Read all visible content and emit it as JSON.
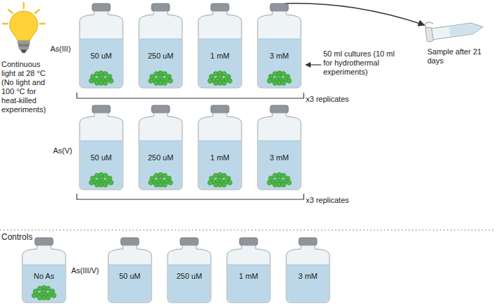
{
  "diagram": {
    "nodes": [
      {
        "text": [
          "50 uM"
        ]
      },
      {
        "text": [
          "250 uM"
        ]
      },
      {
        "text": [
          "1 mM"
        ]
      },
      {
        "text": [
          "3 mM"
        ]
      },
      {
        "text": [
          "Sample after 21 days"
        ]
      },
      {
        "text": [
          "50 uM"
        ]
      },
      {
        "text": [
          "250 uM"
        ]
      },
      {
        "text": [
          "1 mM"
        ]
      },
      {
        "text": [
          "3 mM"
        ]
      },
      {
        "text": [
          "No As"
        ]
      },
      {
        "text": [
          "50 uM"
        ]
      },
      {
        "text": [
          "250 uM"
        ]
      },
      {
        "text": [
          "1 mM"
        ]
      },
      {
        "text": [
          "3 mM"
        ]
      }
    ],
    "edges": [
      {
        "from": 3,
        "to": 4,
        "arrow": "to"
      }
    ],
    "labels": [
      "Continuous light at 28 °C (No light and 100 °C for heat-killed experiments)",
      "As(III)",
      "50 ml cultures (10 ml for hydrothermal experiments)",
      "x3 replicates",
      "As(V)",
      "x3 replicates",
      "Controls",
      "As(III/V)"
    ]
  }
}
